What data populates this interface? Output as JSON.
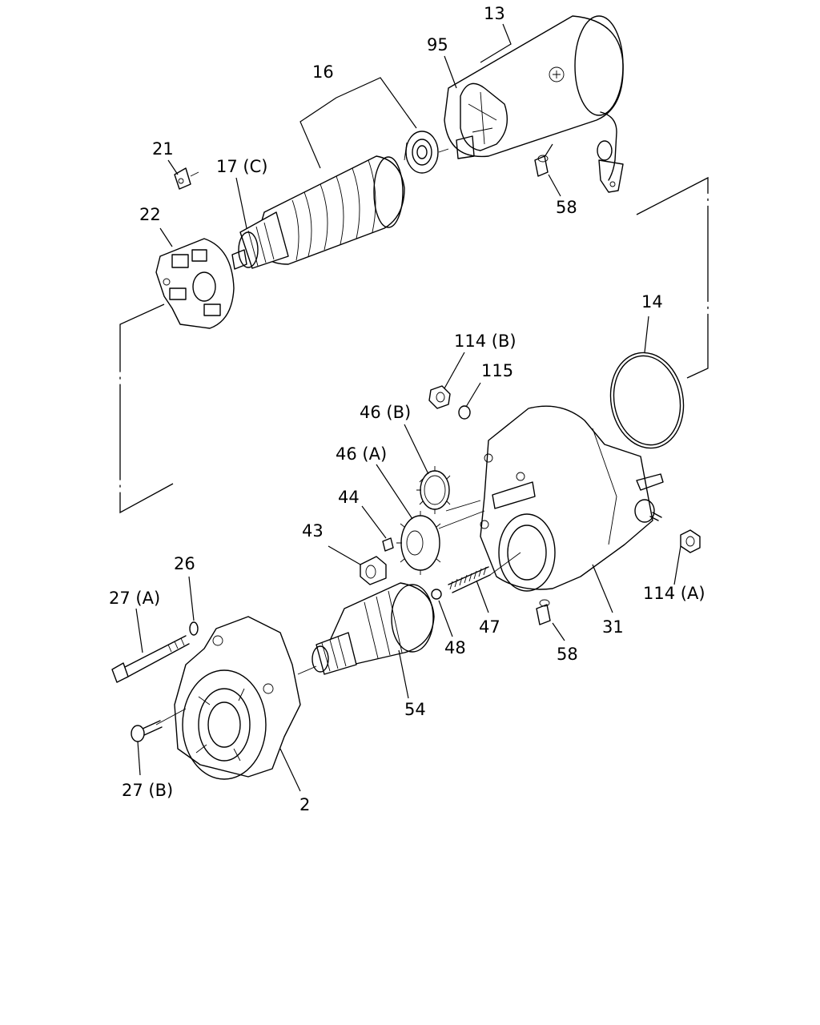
{
  "callouts": {
    "c13": "13",
    "c95": "95",
    "c16": "16",
    "c21": "21",
    "c17c": "17 (C)",
    "c22": "22",
    "c58_top": "58",
    "c14": "14",
    "c114b": "114 (B)",
    "c115": "115",
    "c46b": "46 (B)",
    "c46a": "46 (A)",
    "c44": "44",
    "c43": "43",
    "c26": "26",
    "c27a": "27 (A)",
    "c47": "47",
    "c48": "48",
    "c31": "31",
    "c114a": "114 (A)",
    "c58_bottom": "58",
    "c54": "54",
    "c27b": "27 (B)",
    "c2": "2"
  }
}
